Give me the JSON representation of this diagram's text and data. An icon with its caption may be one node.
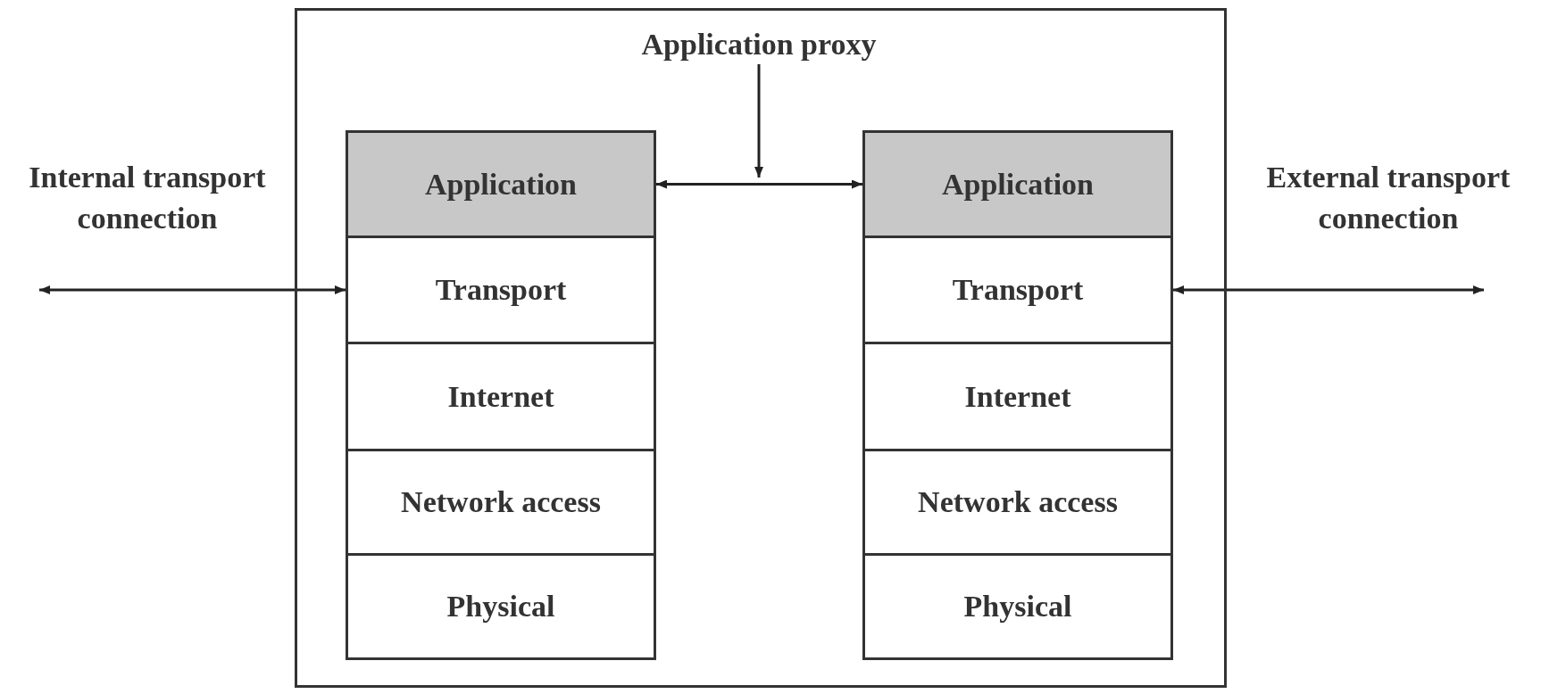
{
  "diagram": {
    "nodes": [
      {
        "text": [],
        "shape": "box"
      },
      {
        "text": [
          "Application proxy"
        ],
        "in": 0
      },
      {
        "text": [
          "Application"
        ],
        "in": 0
      },
      {
        "text": [
          "Transport"
        ],
        "in": 0
      },
      {
        "text": [
          "Internet"
        ],
        "in": 0
      },
      {
        "text": [
          "Network access"
        ],
        "in": 0
      },
      {
        "text": [
          "Physical"
        ],
        "in": 0
      },
      {
        "text": [
          "Application"
        ],
        "in": 0
      },
      {
        "text": [
          "Transport"
        ],
        "in": 0
      },
      {
        "text": [
          "Internet"
        ],
        "in": 0
      },
      {
        "text": [
          "Network access"
        ],
        "in": 0
      },
      {
        "text": [
          "Physical"
        ],
        "in": 0
      }
    ],
    "edges": [
      {
        "from": null,
        "to": 3,
        "arrow": "both",
        "label": "Internal transport connection"
      },
      {
        "from": 2,
        "to": 7,
        "arrow": "both"
      },
      {
        "from": 8,
        "to": null,
        "arrow": "both",
        "label": "External transport connection"
      },
      {
        "from": 1,
        "to": null,
        "arrow": "to"
      }
    ]
  }
}
